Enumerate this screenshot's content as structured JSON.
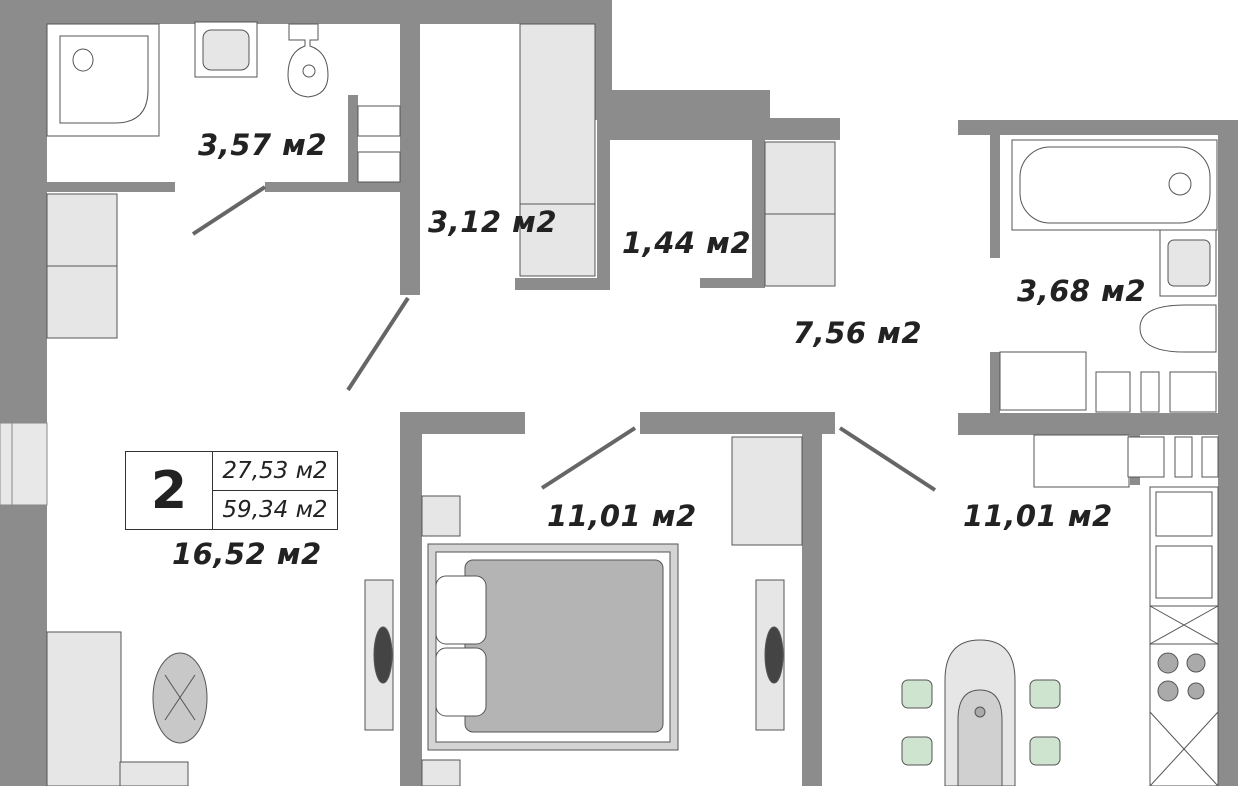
{
  "apartment": {
    "rooms_count": "2",
    "living_area": "27,53 м2",
    "total_area": "59,34 м2"
  },
  "room_areas": {
    "bathroom_left": "3,57 м2",
    "closet": "3,12 м2",
    "storage": "1,44 м2",
    "hallway": "7,56 м2",
    "bathroom_right": "3,68 м2",
    "living_room": "16,52 м2",
    "bedroom": "11,01 м2",
    "kitchen": "11,01 м2"
  },
  "colors": {
    "wall": "#8c8c8c",
    "furniture": "#e6e6e6",
    "furniture_dark": "#b4b4b4"
  }
}
